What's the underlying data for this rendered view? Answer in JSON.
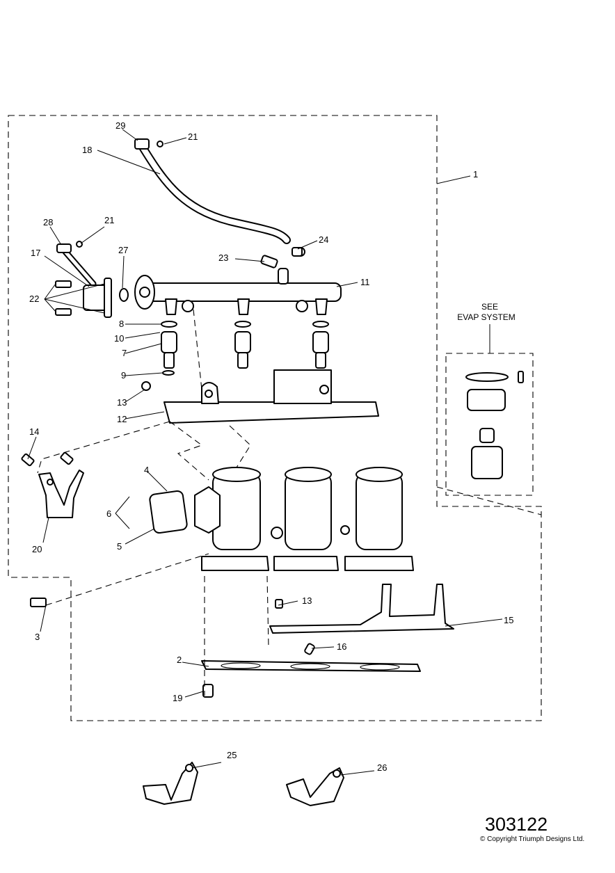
{
  "diagram": {
    "drawing_number": "303122",
    "copyright": "© Copyright Triumph Designs Ltd.",
    "evap_note": [
      "SEE",
      "EVAP SYSTEM"
    ],
    "callouts": [
      "1",
      "2",
      "3",
      "4",
      "5",
      "6",
      "7",
      "8",
      "9",
      "10",
      "11",
      "12",
      "13",
      "13",
      "14",
      "15",
      "16",
      "17",
      "18",
      "19",
      "20",
      "21",
      "21",
      "22",
      "23",
      "24",
      "25",
      "26",
      "27",
      "28",
      "29"
    ]
  }
}
